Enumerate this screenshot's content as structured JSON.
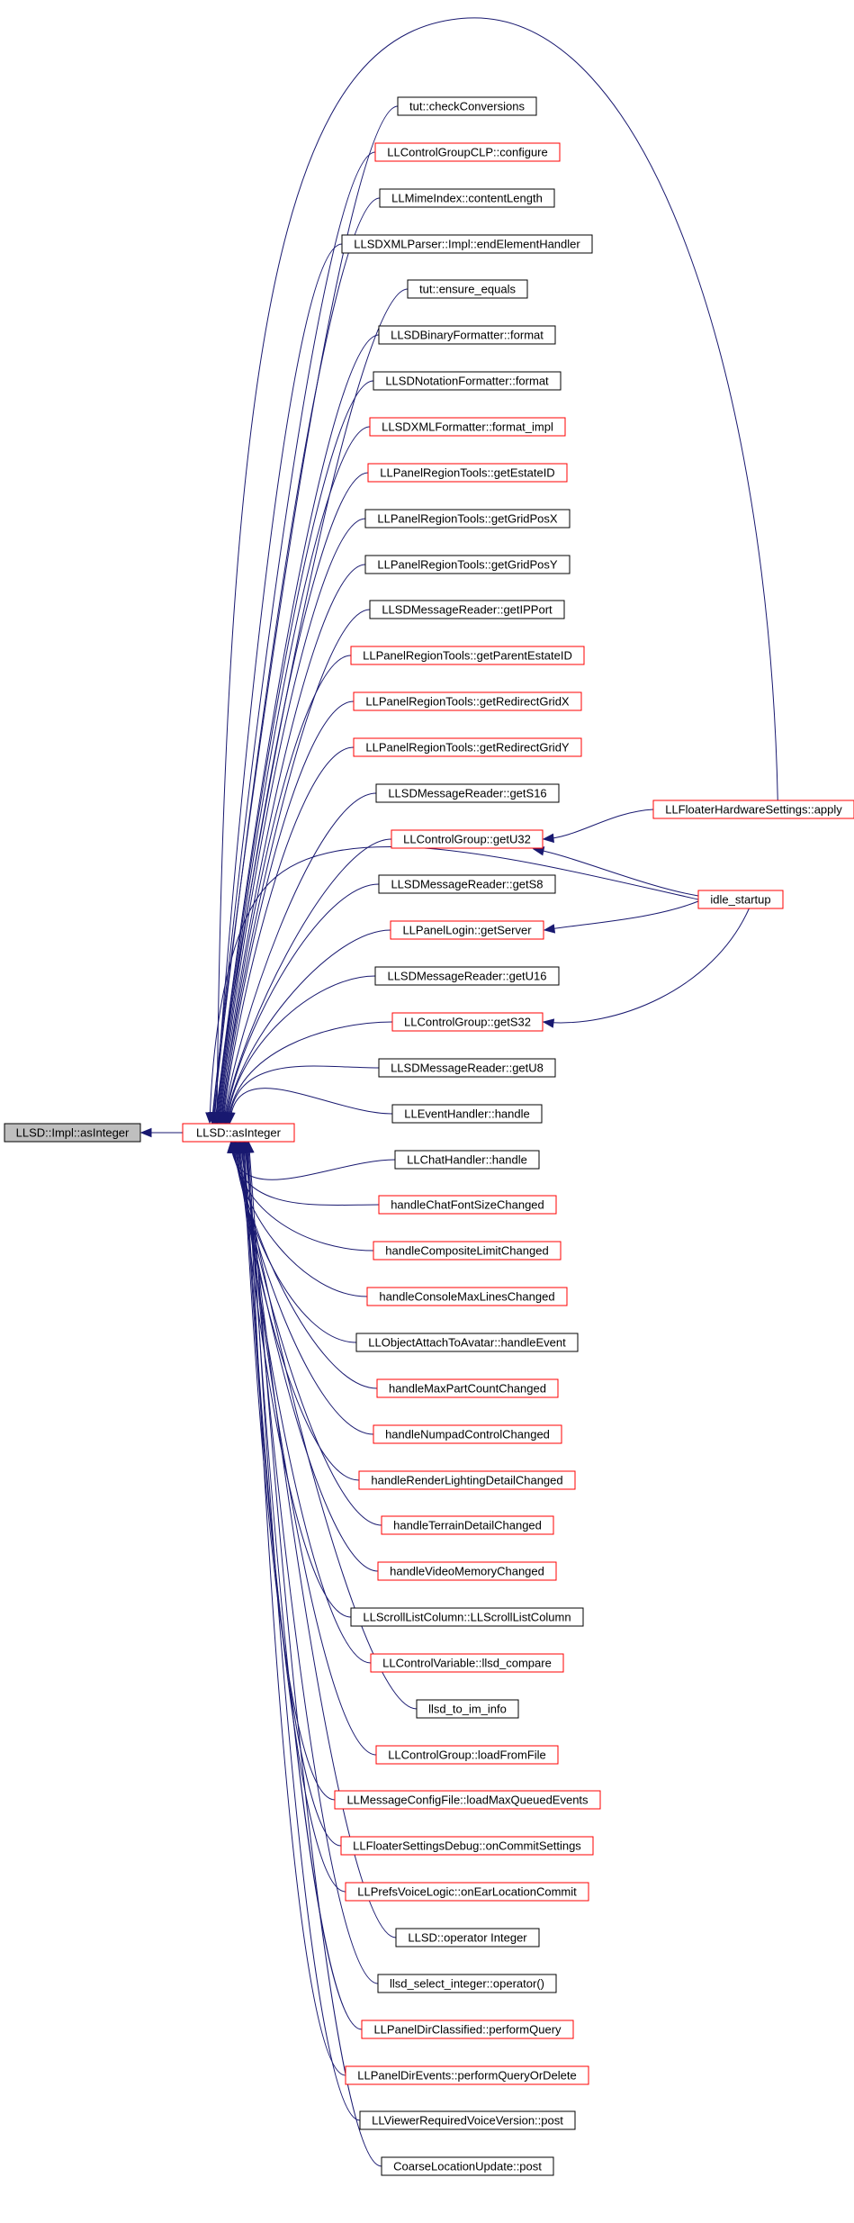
{
  "graph": {
    "colors": {
      "edge": "#191970",
      "focus_fill": "#bfbfbf",
      "focus_border": "#000000",
      "truncated_border": "#ff0000",
      "normal_border": "#000000",
      "node_fill": "#ffffff"
    },
    "focus": {
      "id": "focus",
      "label": "LLSD::Impl::asInteger",
      "style": "focus"
    },
    "hub": {
      "id": "hub",
      "label": "LLSD::asInteger",
      "style": "truncated"
    },
    "callers": [
      {
        "id": "c01",
        "label": "tut::checkConversions",
        "style": "normal"
      },
      {
        "id": "c02",
        "label": "LLControlGroupCLP::configure",
        "style": "truncated"
      },
      {
        "id": "c03",
        "label": "LLMimeIndex::contentLength",
        "style": "normal"
      },
      {
        "id": "c04",
        "label": "LLSDXMLParser::Impl::endElementHandler",
        "style": "normal"
      },
      {
        "id": "c05",
        "label": "tut::ensure_equals",
        "style": "normal"
      },
      {
        "id": "c06",
        "label": "LLSDBinaryFormatter::format",
        "style": "normal"
      },
      {
        "id": "c07",
        "label": "LLSDNotationFormatter::format",
        "style": "normal"
      },
      {
        "id": "c08",
        "label": "LLSDXMLFormatter::format_impl",
        "style": "truncated"
      },
      {
        "id": "c09",
        "label": "LLPanelRegionTools::getEstateID",
        "style": "truncated"
      },
      {
        "id": "c10",
        "label": "LLPanelRegionTools::getGridPosX",
        "style": "normal"
      },
      {
        "id": "c11",
        "label": "LLPanelRegionTools::getGridPosY",
        "style": "normal"
      },
      {
        "id": "c12",
        "label": "LLSDMessageReader::getIPPort",
        "style": "normal"
      },
      {
        "id": "c13",
        "label": "LLPanelRegionTools::getParentEstateID",
        "style": "truncated"
      },
      {
        "id": "c14",
        "label": "LLPanelRegionTools::getRedirectGridX",
        "style": "truncated"
      },
      {
        "id": "c15",
        "label": "LLPanelRegionTools::getRedirectGridY",
        "style": "truncated"
      },
      {
        "id": "c16",
        "label": "LLSDMessageReader::getS16",
        "style": "normal"
      },
      {
        "id": "c17",
        "label": "LLControlGroup::getU32",
        "style": "truncated"
      },
      {
        "id": "c18",
        "label": "LLSDMessageReader::getS8",
        "style": "normal"
      },
      {
        "id": "c19",
        "label": "LLPanelLogin::getServer",
        "style": "truncated"
      },
      {
        "id": "c20",
        "label": "LLSDMessageReader::getU16",
        "style": "normal"
      },
      {
        "id": "c21",
        "label": "LLControlGroup::getS32",
        "style": "truncated"
      },
      {
        "id": "c22",
        "label": "LLSDMessageReader::getU8",
        "style": "normal"
      },
      {
        "id": "c23",
        "label": "LLEventHandler::handle",
        "style": "normal"
      },
      {
        "id": "c24",
        "label": "LLChatHandler::handle",
        "style": "normal"
      },
      {
        "id": "c25",
        "label": "handleChatFontSizeChanged",
        "style": "truncated"
      },
      {
        "id": "c26",
        "label": "handleCompositeLimitChanged",
        "style": "truncated"
      },
      {
        "id": "c27",
        "label": "handleConsoleMaxLinesChanged",
        "style": "truncated"
      },
      {
        "id": "c28",
        "label": "LLObjectAttachToAvatar::handleEvent",
        "style": "normal"
      },
      {
        "id": "c29",
        "label": "handleMaxPartCountChanged",
        "style": "truncated"
      },
      {
        "id": "c30",
        "label": "handleNumpadControlChanged",
        "style": "truncated"
      },
      {
        "id": "c31",
        "label": "handleRenderLightingDetailChanged",
        "style": "truncated"
      },
      {
        "id": "c32",
        "label": "handleTerrainDetailChanged",
        "style": "truncated"
      },
      {
        "id": "c33",
        "label": "handleVideoMemoryChanged",
        "style": "truncated"
      },
      {
        "id": "c34",
        "label": "LLScrollListColumn::LLScrollListColumn",
        "style": "normal"
      },
      {
        "id": "c35",
        "label": "LLControlVariable::llsd_compare",
        "style": "truncated"
      },
      {
        "id": "c36",
        "label": "llsd_to_im_info",
        "style": "normal"
      },
      {
        "id": "c37",
        "label": "LLControlGroup::loadFromFile",
        "style": "truncated"
      },
      {
        "id": "c38",
        "label": "LLMessageConfigFile::loadMaxQueuedEvents",
        "style": "truncated"
      },
      {
        "id": "c39",
        "label": "LLFloaterSettingsDebug::onCommitSettings",
        "style": "truncated"
      },
      {
        "id": "c40",
        "label": "LLPrefsVoiceLogic::onEarLocationCommit",
        "style": "truncated"
      },
      {
        "id": "c41",
        "label": "LLSD::operator Integer",
        "style": "normal"
      },
      {
        "id": "c42",
        "label": "llsd_select_integer::operator()",
        "style": "normal"
      },
      {
        "id": "c43",
        "label": "LLPanelDirClassified::performQuery",
        "style": "truncated"
      },
      {
        "id": "c44",
        "label": "LLPanelDirEvents::performQueryOrDelete",
        "style": "truncated"
      },
      {
        "id": "c45",
        "label": "LLViewerRequiredVoiceVersion::post",
        "style": "normal"
      },
      {
        "id": "c46",
        "label": "CoarseLocationUpdate::post",
        "style": "normal"
      }
    ],
    "outer": [
      {
        "id": "o1",
        "label": "LLFloaterHardwareSettings::apply",
        "style": "truncated"
      },
      {
        "id": "o2",
        "label": "idle_startup",
        "style": "truncated"
      }
    ],
    "edges": [
      {
        "from": "hub",
        "to": "focus"
      },
      {
        "from": "o1",
        "to": "hub"
      },
      {
        "from": "o1",
        "to": "c17"
      },
      {
        "from": "o2",
        "to": "hub"
      },
      {
        "from": "o2",
        "to": "c17"
      },
      {
        "from": "o2",
        "to": "c19"
      },
      {
        "from": "o2",
        "to": "c21"
      }
    ]
  }
}
